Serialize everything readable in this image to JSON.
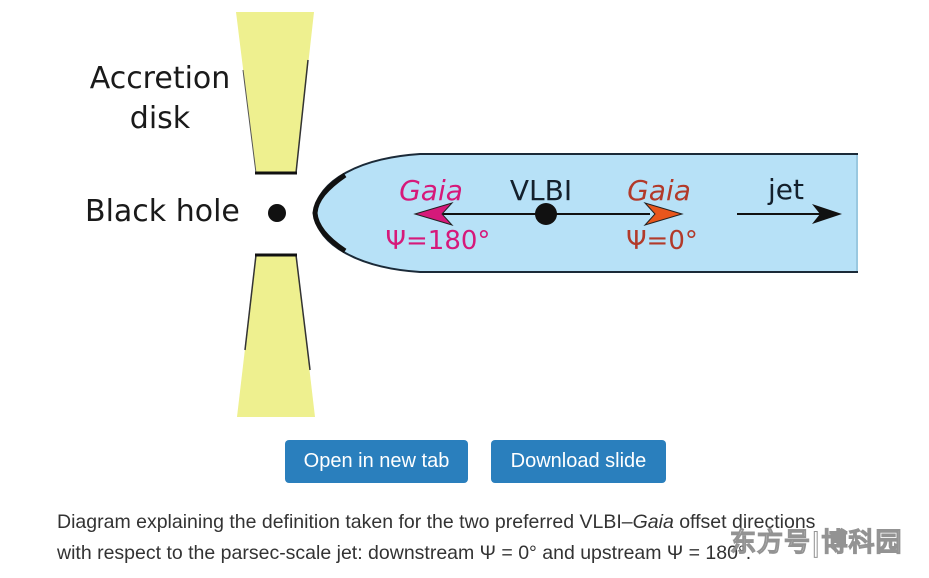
{
  "diagram": {
    "labels": {
      "accretion_disk_line1": "Accretion",
      "accretion_disk_line2": "disk",
      "black_hole": "Black hole",
      "vlbi": "VLBI",
      "gaia_left": "Gaia",
      "psi_left": "Ψ=180°",
      "gaia_right": "Gaia",
      "psi_right": "Ψ=0°",
      "jet": "jet"
    },
    "colors": {
      "disk_fill": "#eef08f",
      "jet_fill": "#b7e1f7",
      "outline": "#111111",
      "gaia_upstream": "#d6197a",
      "gaia_downstream": "#b23a2a",
      "arrow_upstream": "#d6197a",
      "arrow_downstream": "#e8561c"
    }
  },
  "buttons": {
    "open_new_tab": "Open in new tab",
    "download_slide": "Download slide"
  },
  "caption": {
    "line1_a": "Diagram explaining the definition taken for the two preferred VLBI–",
    "line1_em": "Gaia",
    "line1_b": " offset directions",
    "line2": "with respect to the parsec-scale jet: downstream Ψ = 0° and upstream Ψ = 180°."
  },
  "watermark": "东方号|博科园"
}
